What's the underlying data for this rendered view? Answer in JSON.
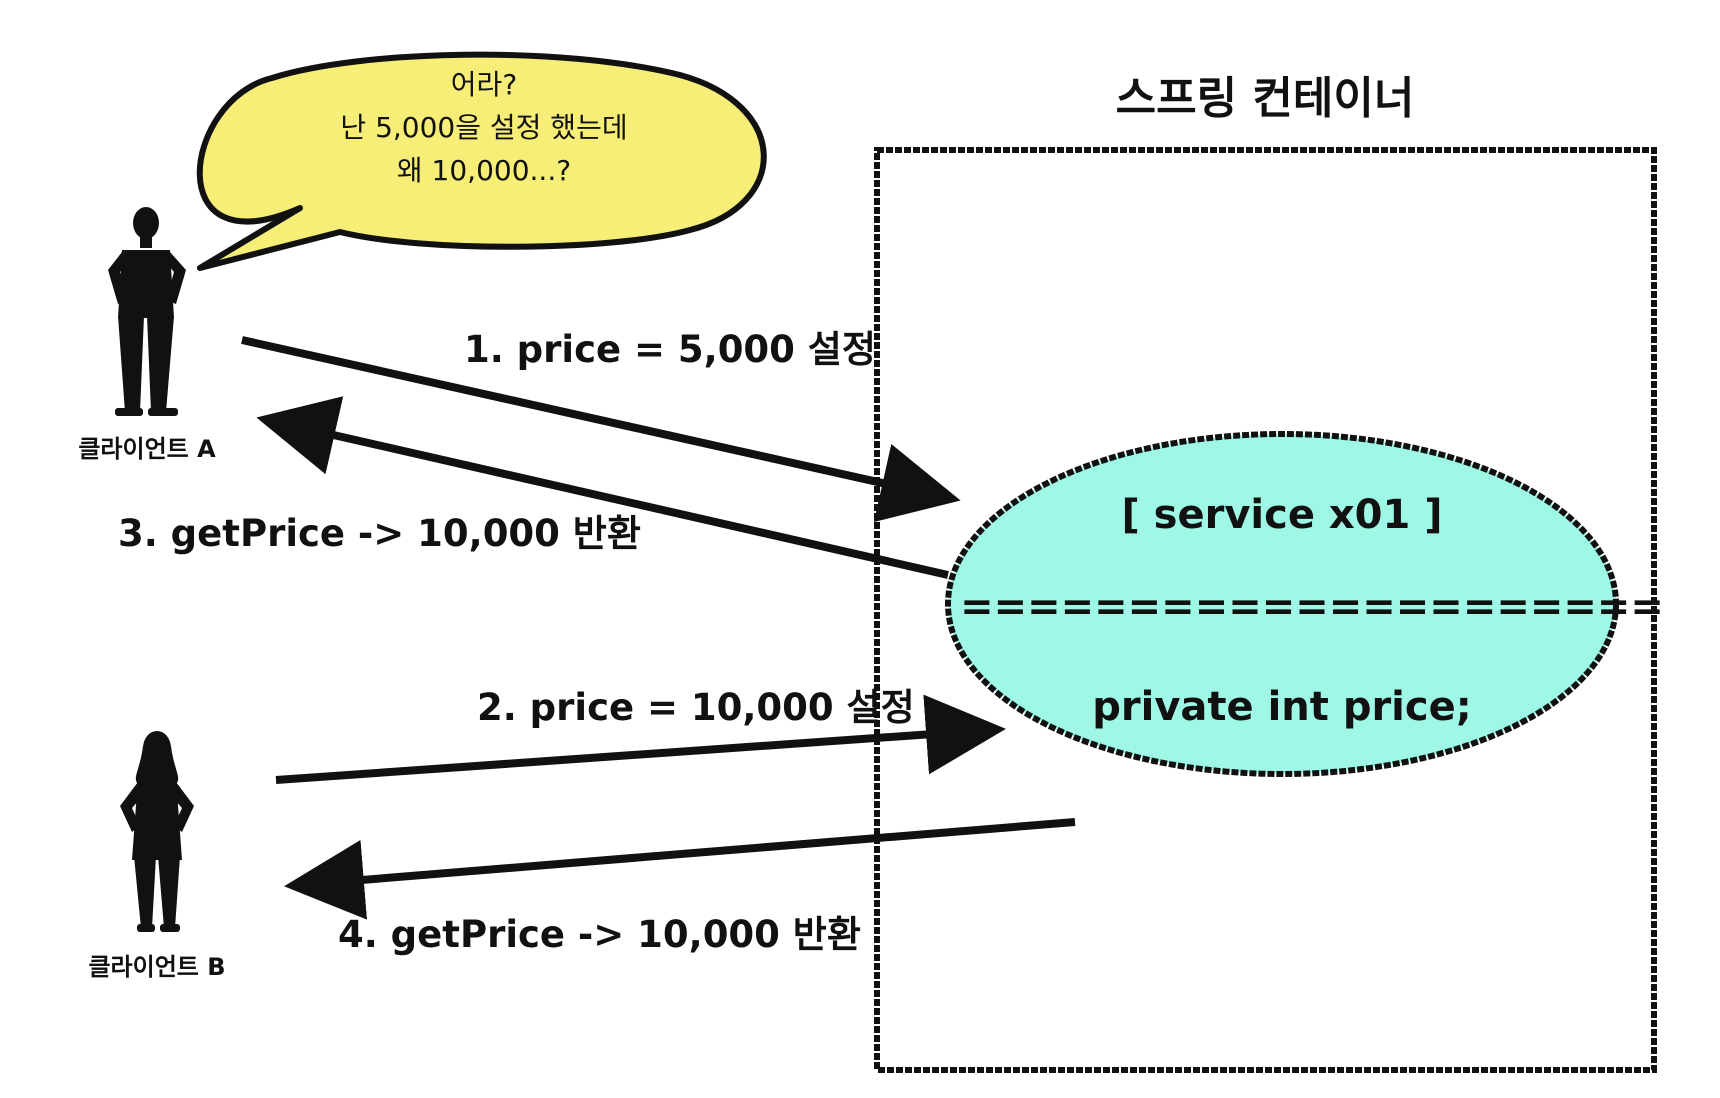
{
  "container": {
    "title": "스프링 컨테이너"
  },
  "bubble": {
    "line1": "어라?",
    "line2": "난 5,000을 설정 했는데",
    "line3": "왜 10,000...?"
  },
  "clients": {
    "a_label": "클라이언트 A",
    "b_label": "클라이언트 B"
  },
  "steps": {
    "step1": "1. price = 5,000 설정",
    "step2": "2. price = 10,000 설정",
    "step3": "3. getPrice -> 10,000 반환",
    "step4": "4. getPrice -> 10,000 반환"
  },
  "service": {
    "header": "[ service x01 ]",
    "divider": "=====================",
    "field": "private int price;"
  },
  "colors": {
    "bubble_fill": "#f6ee77",
    "oval_fill": "#9ff7e6",
    "stroke": "#111111"
  },
  "icons": {
    "client_a": "man-silhouette-icon",
    "client_b": "woman-silhouette-icon"
  }
}
